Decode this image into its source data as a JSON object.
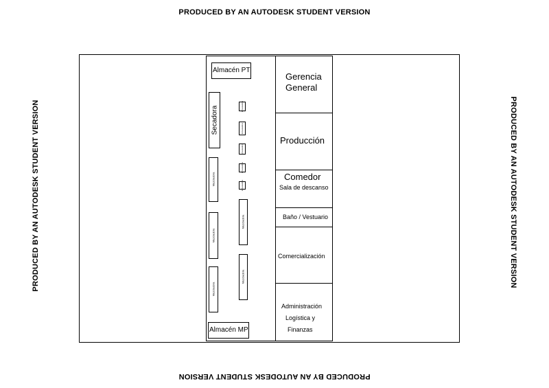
{
  "watermark": "PRODUCED BY AN AUTODESK STUDENT VERSION",
  "plant_left": {
    "almacen_pt": "Almacén PT",
    "secadora": "Secadora",
    "almacen_mp": "Almacén MP",
    "small_labels": [
      "Envasadora",
      "Envasadora",
      "Envasadora",
      "Envasadora",
      "Envasadora"
    ],
    "left_machines": [
      "Mezcladora",
      "Mezcladora",
      "Mezcladora"
    ],
    "right_machines": [
      "Mezcladora",
      "Mezcladora"
    ]
  },
  "rooms": {
    "gerencia_line1": "Gerencia",
    "gerencia_line2": "General",
    "produccion": "Producción",
    "comedor": "Comedor",
    "sala": "Sala de descanso",
    "bano": "Baño / Vestuario",
    "comercializacion": "Comercialización",
    "admin_line1": "Administración",
    "admin_line2": "Logística y",
    "admin_line3": "Finanzas"
  }
}
